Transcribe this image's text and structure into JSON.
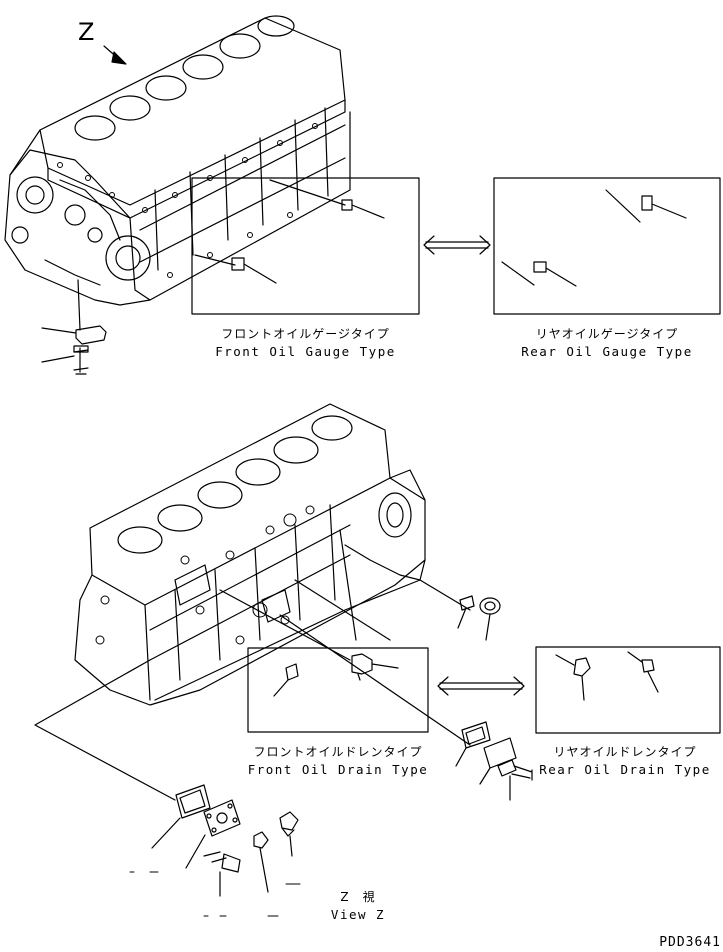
{
  "view_marker": "Z",
  "captions": {
    "front_gauge": {
      "jp": "フロントオイルゲージタイプ",
      "en": "Front Oil Gauge Type"
    },
    "rear_gauge": {
      "jp": "リヤオイルゲージタイプ",
      "en": "Rear Oil Gauge Type"
    },
    "front_drain": {
      "jp": "フロントオイルドレンタイプ",
      "en": "Front Oil Drain Type"
    },
    "rear_drain": {
      "jp": "リヤオイルドレンタイプ",
      "en": "Rear Oil Drain Type"
    },
    "view_z": {
      "jp": "Z　視",
      "en": "View Z"
    }
  },
  "drawing_number": "PDD3641"
}
